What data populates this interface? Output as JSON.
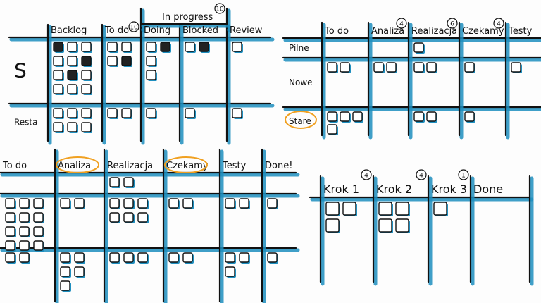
{
  "colors": {
    "ink": "#111111",
    "accent": "#1f8fbf",
    "highlight": "#f0a020",
    "card_dark": "#222222"
  },
  "boards": [
    {
      "id": "board-1",
      "group": {
        "label": "In progress",
        "wip": "10"
      },
      "columns": [
        {
          "label": "Backlog"
        },
        {
          "label": "To do",
          "wip": "10"
        },
        {
          "label": "Doing"
        },
        {
          "label": "Blocked"
        },
        {
          "label": "Review"
        }
      ],
      "rows": [
        {
          "label": "S",
          "cards": [
            12,
            4,
            4,
            2,
            1
          ]
        },
        {
          "label": "Resta",
          "cards": [
            6,
            2,
            1,
            1,
            1
          ]
        }
      ]
    },
    {
      "id": "board-2",
      "columns": [
        {
          "label": "To do"
        },
        {
          "label": "Analiza",
          "wip": "4"
        },
        {
          "label": "Realizacja",
          "wip": "6"
        },
        {
          "label": "Czekamy",
          "wip": "4"
        },
        {
          "label": "Testy"
        }
      ],
      "rows": [
        {
          "label": "Pilne",
          "cards": [
            0,
            0,
            1,
            0,
            0
          ]
        },
        {
          "label": "Nowe",
          "cards": [
            2,
            2,
            2,
            1,
            1
          ]
        },
        {
          "label": "Stare",
          "circled": true,
          "cards": [
            4,
            0,
            2,
            1,
            0
          ]
        }
      ]
    },
    {
      "id": "board-3",
      "columns": [
        {
          "label": "To do"
        },
        {
          "label": "Analiza",
          "circled": true
        },
        {
          "label": "Realizacja"
        },
        {
          "label": "Czekamy",
          "circled": true
        },
        {
          "label": "Testy"
        },
        {
          "label": "Done!"
        }
      ],
      "rows": [
        {
          "label": "",
          "cards": [
            0,
            0,
            2,
            0,
            0,
            0
          ]
        },
        {
          "label": "",
          "cards": [
            12,
            2,
            6,
            2,
            2,
            1
          ]
        },
        {
          "label": "",
          "cards": [
            2,
            5,
            3,
            2,
            3,
            1
          ]
        }
      ]
    },
    {
      "id": "board-4",
      "columns": [
        {
          "label": "Krok 1",
          "wip": "4"
        },
        {
          "label": "Krok 2",
          "wip": "4"
        },
        {
          "label": "Krok 3",
          "wip": "1"
        },
        {
          "label": "Done"
        }
      ],
      "rows": [
        {
          "label": "",
          "cards": [
            3,
            4,
            1,
            0
          ]
        }
      ]
    }
  ]
}
